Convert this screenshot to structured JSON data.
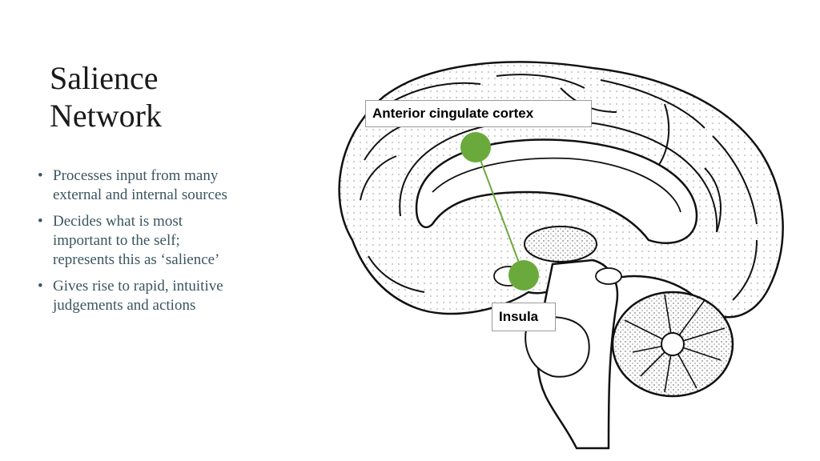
{
  "slide": {
    "title_line1": "Salience",
    "title_line2": "Network",
    "bullets": [
      {
        "lines": [
          "Processes input from many",
          "external and internal sources"
        ]
      },
      {
        "lines": [
          "Decides what is most",
          "important to the self;",
          "represents this as ‘salience’"
        ]
      },
      {
        "lines": [
          "Gives rise to rapid, intuitive",
          "judgements and actions"
        ]
      }
    ]
  },
  "diagram": {
    "labels": {
      "acc": "Anterior cingulate cortex",
      "insula": "Insula"
    },
    "node_color": "#6aaa3c",
    "edge_color": "#6aaa3c"
  }
}
